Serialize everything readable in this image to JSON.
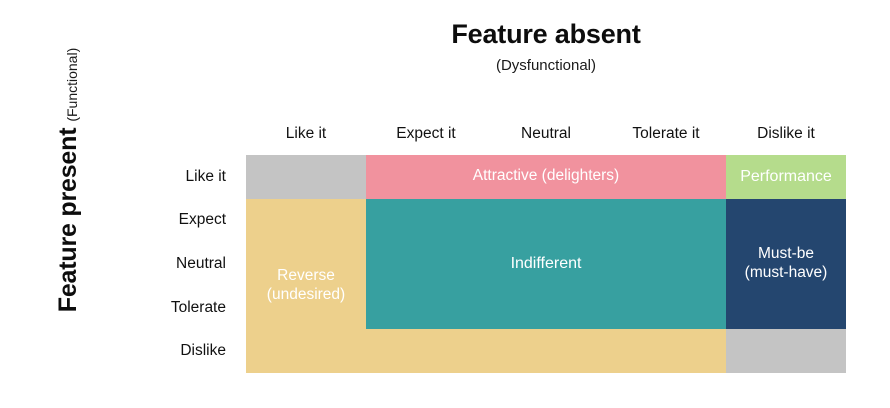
{
  "axes": {
    "x_title": "Feature absent",
    "x_subtitle": "(Dysfunctional)",
    "y_title": "Feature present",
    "y_subtitle": "(Functional)"
  },
  "chart_data": {
    "type": "heatmap",
    "title": "Feature absent",
    "subtitle": "(Dysfunctional)",
    "xlabel": "Feature absent (Dysfunctional)",
    "ylabel": "Feature present (Functional)",
    "columns": [
      "Like it",
      "Expect it",
      "Neutral",
      "Tolerate it",
      "Dislike it"
    ],
    "rows": [
      "Like it",
      "Expect",
      "Neutral",
      "Tolerate",
      "Dislike"
    ],
    "grid": false,
    "legend": "none",
    "categories": [
      {
        "key": "questionable",
        "label": "",
        "color": "#c4c4c4"
      },
      {
        "key": "attractive",
        "label": "Attractive (delighters)",
        "color": "#f1929e"
      },
      {
        "key": "performance",
        "label": "Performance",
        "color": "#b5dc8c"
      },
      {
        "key": "reverse",
        "label": "Reverse\n(undesired)",
        "color": "#edd08c"
      },
      {
        "key": "indifferent",
        "label": "Indifferent",
        "color": "#37a0a0"
      },
      {
        "key": "mustbe",
        "label": "Must-be\n(must-have)",
        "color": "#24466f"
      }
    ],
    "cells": [
      [
        "questionable",
        "attractive",
        "attractive",
        "attractive",
        "performance"
      ],
      [
        "reverse",
        "indifferent",
        "indifferent",
        "indifferent",
        "mustbe"
      ],
      [
        "reverse",
        "indifferent",
        "indifferent",
        "indifferent",
        "mustbe"
      ],
      [
        "reverse",
        "indifferent",
        "indifferent",
        "indifferent",
        "mustbe"
      ],
      [
        "reverse",
        "reverse",
        "reverse",
        "reverse",
        "questionable"
      ]
    ],
    "blocks": [
      {
        "key": "questionable",
        "label": "",
        "row": 0,
        "col": 0,
        "rowspan": 1,
        "colspan": 1,
        "color": "#c4c4c4"
      },
      {
        "key": "attractive",
        "label": "Attractive (delighters)",
        "row": 0,
        "col": 1,
        "rowspan": 1,
        "colspan": 3,
        "color": "#f1929e"
      },
      {
        "key": "performance",
        "label": "Performance",
        "row": 0,
        "col": 4,
        "rowspan": 1,
        "colspan": 1,
        "color": "#b5dc8c"
      },
      {
        "key": "reverse",
        "label": "Reverse\n(undesired)",
        "row": 1,
        "col": 0,
        "rowspan": 4,
        "colspan": 1,
        "color": "#edd08c"
      },
      {
        "key": "reverse-bottom",
        "label": "",
        "row": 4,
        "col": 1,
        "rowspan": 1,
        "colspan": 3,
        "color": "#edd08c"
      },
      {
        "key": "indifferent",
        "label": "Indifferent",
        "row": 1,
        "col": 1,
        "rowspan": 3,
        "colspan": 3,
        "color": "#37a0a0"
      },
      {
        "key": "mustbe",
        "label": "Must-be\n(must-have)",
        "row": 1,
        "col": 4,
        "rowspan": 3,
        "colspan": 1,
        "color": "#24466f"
      },
      {
        "key": "questionable-bottom",
        "label": "",
        "row": 4,
        "col": 4,
        "rowspan": 1,
        "colspan": 1,
        "color": "#c4c4c4"
      }
    ]
  }
}
